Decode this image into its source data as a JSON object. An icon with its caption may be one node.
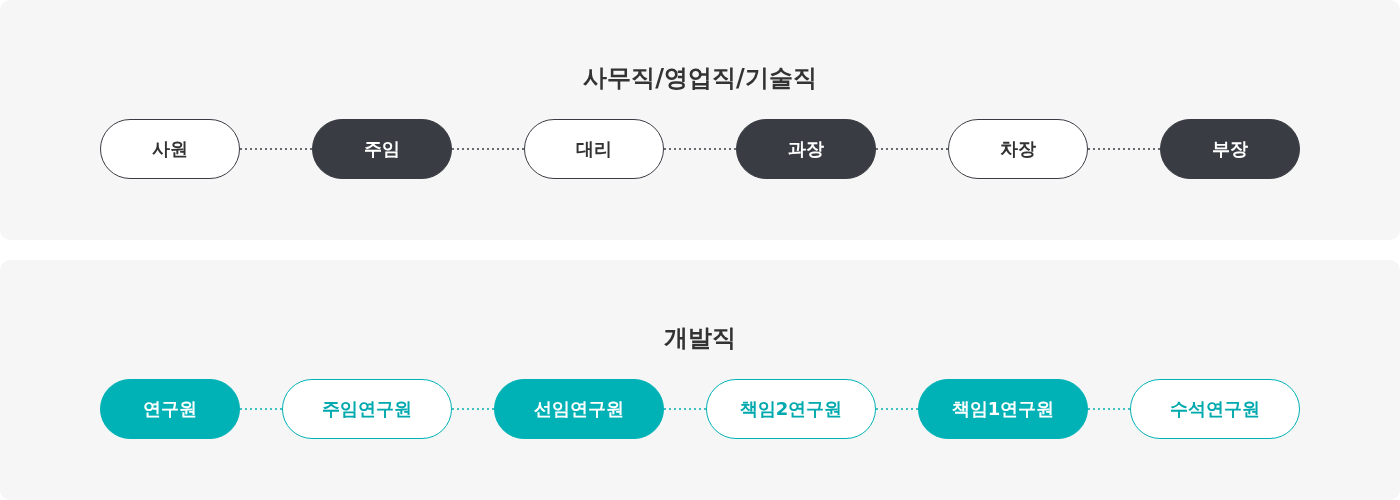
{
  "diagram": {
    "nodes": [
      {
        "text": [
          "사무직/영업직/기술직"
        ]
      },
      {
        "text": [
          "사원"
        ],
        "in": 0
      },
      {
        "text": [
          "주임"
        ],
        "in": 0
      },
      {
        "text": [
          "대리"
        ],
        "in": 0
      },
      {
        "text": [
          "과장"
        ],
        "in": 0
      },
      {
        "text": [
          "차장"
        ],
        "in": 0
      },
      {
        "text": [
          "부장"
        ],
        "in": 0
      },
      {
        "text": [
          "개발직"
        ]
      },
      {
        "text": [
          "연구원"
        ],
        "in": 7
      },
      {
        "text": [
          "주임연구원"
        ],
        "in": 7
      },
      {
        "text": [
          "선임연구원"
        ],
        "in": 7
      },
      {
        "text": [
          "책임2연구원"
        ],
        "in": 7
      },
      {
        "text": [
          "책임1연구원"
        ],
        "in": 7
      },
      {
        "text": [
          "수석연구원"
        ],
        "in": 7
      }
    ],
    "edges": [
      {
        "from": 1,
        "to": 2,
        "arrow": "none",
        "style": "dashed"
      },
      {
        "from": 2,
        "to": 3,
        "arrow": "none",
        "style": "dashed"
      },
      {
        "from": 3,
        "to": 4,
        "arrow": "none",
        "style": "dashed"
      },
      {
        "from": 4,
        "to": 5,
        "arrow": "none",
        "style": "dashed"
      },
      {
        "from": 5,
        "to": 6,
        "arrow": "none",
        "style": "dashed"
      },
      {
        "from": 8,
        "to": 9,
        "arrow": "none",
        "style": "dashed",
        "color": "#00b2b6"
      },
      {
        "from": 9,
        "to": 10,
        "arrow": "none",
        "style": "dashed",
        "color": "#00b2b6"
      },
      {
        "from": 10,
        "to": 11,
        "arrow": "none",
        "style": "dashed",
        "color": "#00b2b6"
      },
      {
        "from": 11,
        "to": 12,
        "arrow": "none",
        "style": "dashed",
        "color": "#00b2b6"
      },
      {
        "from": 12,
        "to": 13,
        "arrow": "none",
        "style": "dashed",
        "color": "#00b2b6"
      }
    ]
  }
}
